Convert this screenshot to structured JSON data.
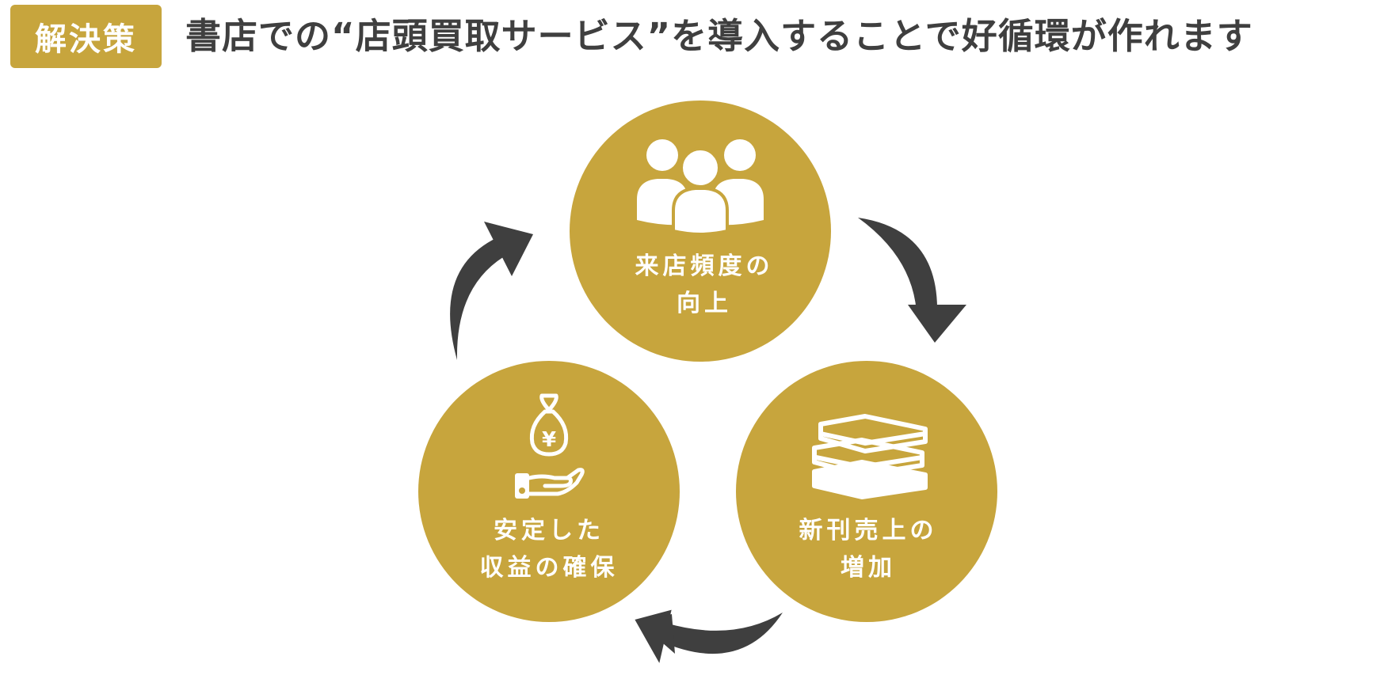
{
  "header": {
    "badge": "解決策",
    "title": "書店での“店頭買取サービス”を導入することで好循環が作れます"
  },
  "cycle": {
    "accent_color": "#c7a53d",
    "arrow_color": "#3f3f3f",
    "nodes": [
      {
        "icon": "people-icon",
        "line1": "来店頻度の",
        "line2": "向上"
      },
      {
        "icon": "books-icon",
        "line1": "新刊売上の",
        "line2": "増加"
      },
      {
        "icon": "yen-money-bag-hand-icon",
        "line1": "安定した",
        "line2": "収益の確保"
      }
    ]
  }
}
